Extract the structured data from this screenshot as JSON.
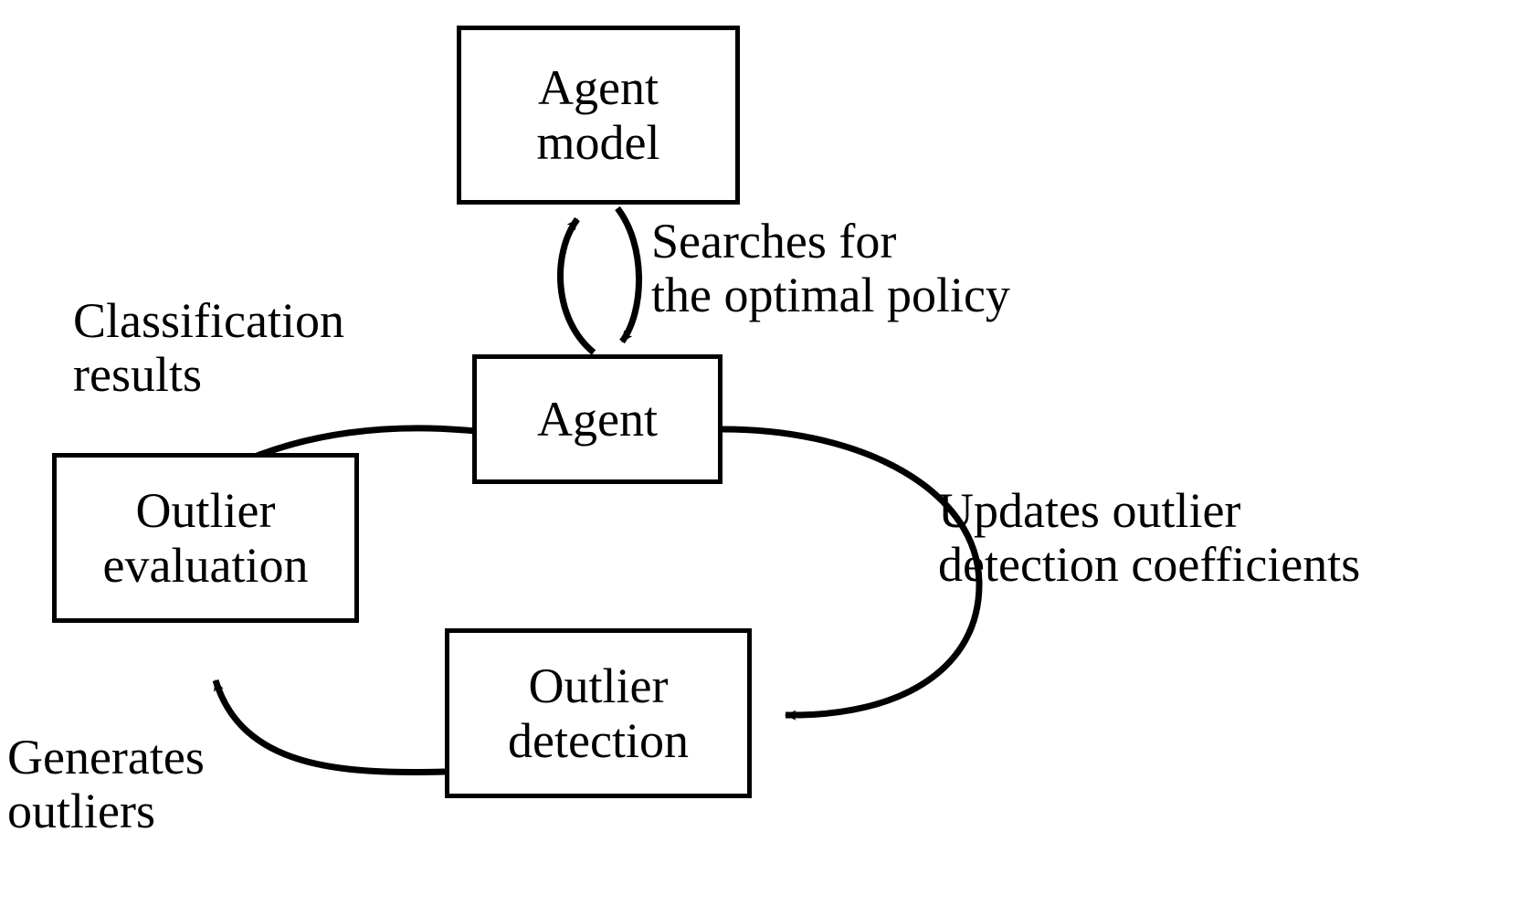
{
  "diagram": {
    "type": "flow-diagram",
    "title": "Agent reinforcement loop with outlier detection",
    "colors": {
      "stroke": "#000000",
      "fill": "#ffffff",
      "text": "#000000"
    },
    "nodes": [
      {
        "id": "agent-model",
        "label": "Agent\nmodel"
      },
      {
        "id": "agent",
        "label": "Agent"
      },
      {
        "id": "outlier-evaluation",
        "label": "Outlier\nevaluation"
      },
      {
        "id": "outlier-detection",
        "label": "Outlier\ndetection"
      }
    ],
    "edge_labels": [
      {
        "id": "searches-for",
        "label": "Searches for\nthe optimal policy"
      },
      {
        "id": "classification",
        "label": "Classification\nresults"
      },
      {
        "id": "updates-coeff",
        "label": "Updates outlier\ndetection coefficients"
      },
      {
        "id": "generates-outliers",
        "label": "Generates\noutliers"
      }
    ],
    "edges": [
      {
        "id": "agent-to-agent-model",
        "from": "agent",
        "to": "agent-model",
        "label": "Searches for the optimal policy",
        "arrow": "both"
      },
      {
        "id": "evaluation-to-agent",
        "from": "outlier-evaluation",
        "to": "agent",
        "label": "Classification results",
        "arrow": "single"
      },
      {
        "id": "agent-to-detection",
        "from": "agent",
        "to": "outlier-detection",
        "label": "Updates outlier detection coefficients",
        "arrow": "single"
      },
      {
        "id": "detection-to-evaluation",
        "from": "outlier-detection",
        "to": "outlier-evaluation",
        "label": "Generates outliers",
        "arrow": "single"
      }
    ]
  }
}
